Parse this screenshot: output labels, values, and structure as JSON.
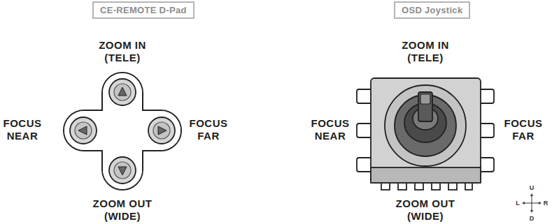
{
  "diagram": {
    "nodes": [
      {
        "text": [
          "CE-REMOTE D-Pad"
        ]
      },
      {
        "text": [
          "OSD Joystick"
        ]
      }
    ],
    "labels": [
      "ZOOM IN (TELE)",
      "FOCUS NEAR",
      "FOCUS FAR",
      "ZOOM OUT (WIDE)",
      "ZOOM IN (TELE)",
      "FOCUS NEAR",
      "FOCUS FAR",
      "ZOOM OUT (WIDE)",
      "U",
      "L",
      "R",
      "D"
    ]
  }
}
